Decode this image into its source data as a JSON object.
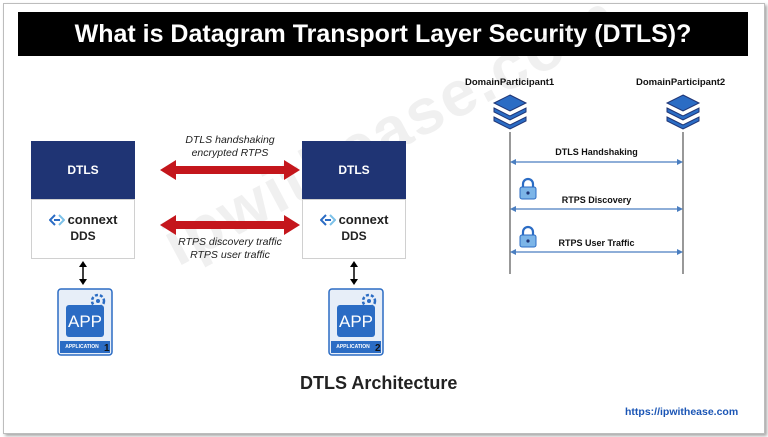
{
  "header": {
    "title": "What is Datagram Transport Layer Security (DTLS)?"
  },
  "watermark": "ipwithease.com",
  "architecture": {
    "left_node": {
      "dtls_label": "DTLS",
      "connext_label": "connext",
      "dds_label": "DDS",
      "app_label": "APP",
      "app_sub": "APPLICATION",
      "app_number": "1"
    },
    "right_node": {
      "dtls_label": "DTLS",
      "connext_label": "connext",
      "dds_label": "DDS",
      "app_label": "APP",
      "app_sub": "APPLICATION",
      "app_number": "2"
    },
    "top_caption_line1": "DTLS handshaking",
    "top_caption_line2": "encrypted RTPS",
    "bottom_caption_line1": "RTPS discovery traffic",
    "bottom_caption_line2": "RTPS user traffic",
    "footer_title": "DTLS Architecture"
  },
  "sequence": {
    "participant1": "DomainParticipant1",
    "participant2": "DomainParticipant2",
    "messages": [
      "DTLS Handshaking",
      "RTPS Discovery",
      "RTPS User Traffic"
    ]
  },
  "footer": {
    "url": "https://ipwithease.com"
  },
  "colors": {
    "dtls_box": "#1f3474",
    "arrow_red": "#c4161c",
    "seq_line": "#4a7ec0",
    "icon_blue": "#2b6cc4",
    "url": "#1a55b5"
  }
}
